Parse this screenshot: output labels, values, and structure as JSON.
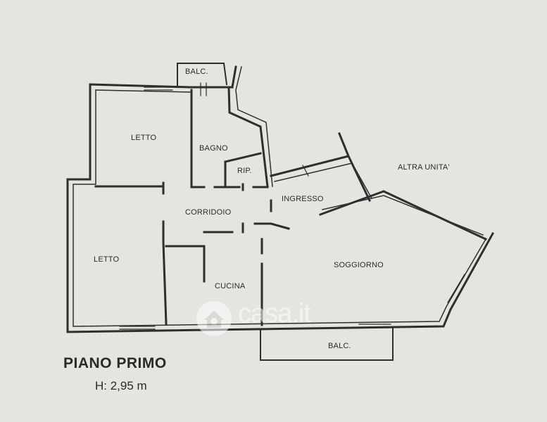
{
  "rooms": {
    "balc_top": "BALC.",
    "letto_top": "LETTO",
    "bagno": "BAGNO",
    "rip": "RIP.",
    "altra_unita": "ALTRA UNITA'",
    "ingresso": "INGRESSO",
    "corridoio": "CORRIDOIO",
    "letto_bottom": "LETTO",
    "soggiorno": "SOGGIORNO",
    "cucina": "CUCINA",
    "balc_bottom": "BALC."
  },
  "floor": {
    "title": "PIANO PRIMO",
    "height": "H: 2,95 m"
  },
  "watermark": {
    "text": "casa.it"
  },
  "colors": {
    "wall": "#2e2e2e",
    "background": "#e4e5e1"
  }
}
